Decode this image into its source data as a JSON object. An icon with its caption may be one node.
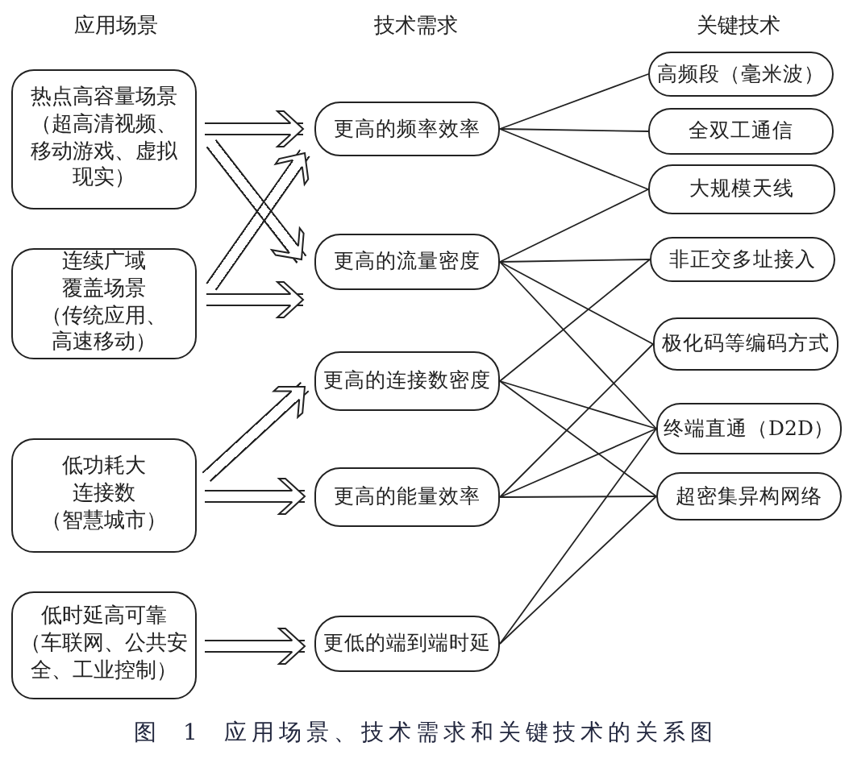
{
  "diagram": {
    "caption": "图 1 应用场景、技术需求和关键技术的关系图",
    "nodes": [
      {
        "text": [
          "热点高容量场景",
          "（超高清视频、移动游戏、虚拟现实）"
        ]
      },
      {
        "text": [
          "连续广域覆盖场景",
          "（传统应用、高速移动）"
        ]
      },
      {
        "text": [
          "低功耗大连接数",
          "（智慧城市）"
        ]
      },
      {
        "text": [
          "低时延高可靠",
          "（车联网、公共安全、工业控制）"
        ]
      },
      {
        "text": [
          "更高的频率效率"
        ]
      },
      {
        "text": [
          "更高的流量密度"
        ]
      },
      {
        "text": [
          "更高的连接数密度"
        ]
      },
      {
        "text": [
          "更高的能量效率"
        ]
      },
      {
        "text": [
          "更低的端到端时延"
        ]
      },
      {
        "text": [
          "高频段（毫米波）"
        ]
      },
      {
        "text": [
          "全双工通信"
        ]
      },
      {
        "text": [
          "大规模天线"
        ]
      },
      {
        "text": [
          "非正交多址接入"
        ]
      },
      {
        "text": [
          "极化码等编码方式"
        ]
      },
      {
        "text": [
          "终端直通（D2D）"
        ]
      },
      {
        "text": [
          "超密集异构网络"
        ]
      }
    ],
    "edges": [
      {
        "from": 0,
        "to": 4,
        "arrow": "to",
        "style": "thick"
      },
      {
        "from": 0,
        "to": 5,
        "arrow": "to",
        "style": "thick"
      },
      {
        "from": 1,
        "to": 4,
        "arrow": "to",
        "style": "thick"
      },
      {
        "from": 1,
        "to": 5,
        "arrow": "to",
        "style": "thick"
      },
      {
        "from": 2,
        "to": 6,
        "arrow": "to",
        "style": "thick"
      },
      {
        "from": 2,
        "to": 7,
        "arrow": "to",
        "style": "thick"
      },
      {
        "from": 3,
        "to": 8,
        "arrow": "to",
        "style": "thick"
      },
      {
        "from": 4,
        "to": 9,
        "arrow": "none"
      },
      {
        "from": 4,
        "to": 10,
        "arrow": "none"
      },
      {
        "from": 4,
        "to": 11,
        "arrow": "none"
      },
      {
        "from": 5,
        "to": 11,
        "arrow": "none"
      },
      {
        "from": 5,
        "to": 12,
        "arrow": "none"
      },
      {
        "from": 5,
        "to": 13,
        "arrow": "none"
      },
      {
        "from": 5,
        "to": 14,
        "arrow": "none"
      },
      {
        "from": 6,
        "to": 12,
        "arrow": "none"
      },
      {
        "from": 6,
        "to": 14,
        "arrow": "none"
      },
      {
        "from": 6,
        "to": 15,
        "arrow": "none"
      },
      {
        "from": 7,
        "to": 13,
        "arrow": "none"
      },
      {
        "from": 7,
        "to": 14,
        "arrow": "none"
      },
      {
        "from": 7,
        "to": 15,
        "arrow": "none"
      },
      {
        "from": 8,
        "to": 14,
        "arrow": "none"
      },
      {
        "from": 8,
        "to": 15,
        "arrow": "none"
      }
    ],
    "labels": [
      "应用场景",
      "技术需求",
      "关键技术"
    ]
  }
}
